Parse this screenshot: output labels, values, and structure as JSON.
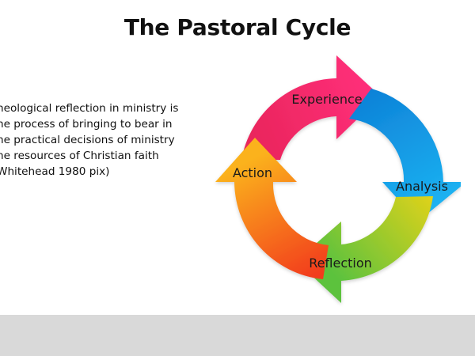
{
  "slide": {
    "title": "The Pastoral Cycle",
    "body_lines": [
      "heological reflection in ministry is",
      "he process of bringing to bear in",
      "he practical decisions of ministry",
      "he resources of Christian faith",
      "Whitehead 1980 pix)"
    ]
  },
  "cycle": {
    "stages": [
      {
        "label": "Experience",
        "from": "#e8255a",
        "to": "#ff2f7a"
      },
      {
        "label": "Analysis",
        "from": "#0d7fd6",
        "to": "#1cb3f2"
      },
      {
        "label": "Reflection",
        "from": "#5cc23e",
        "to": "#e0d21a"
      },
      {
        "label": "Action",
        "from": "#f23a1f",
        "to": "#fbb21c"
      }
    ]
  },
  "footer": {
    "color": "#d9d9d9"
  }
}
